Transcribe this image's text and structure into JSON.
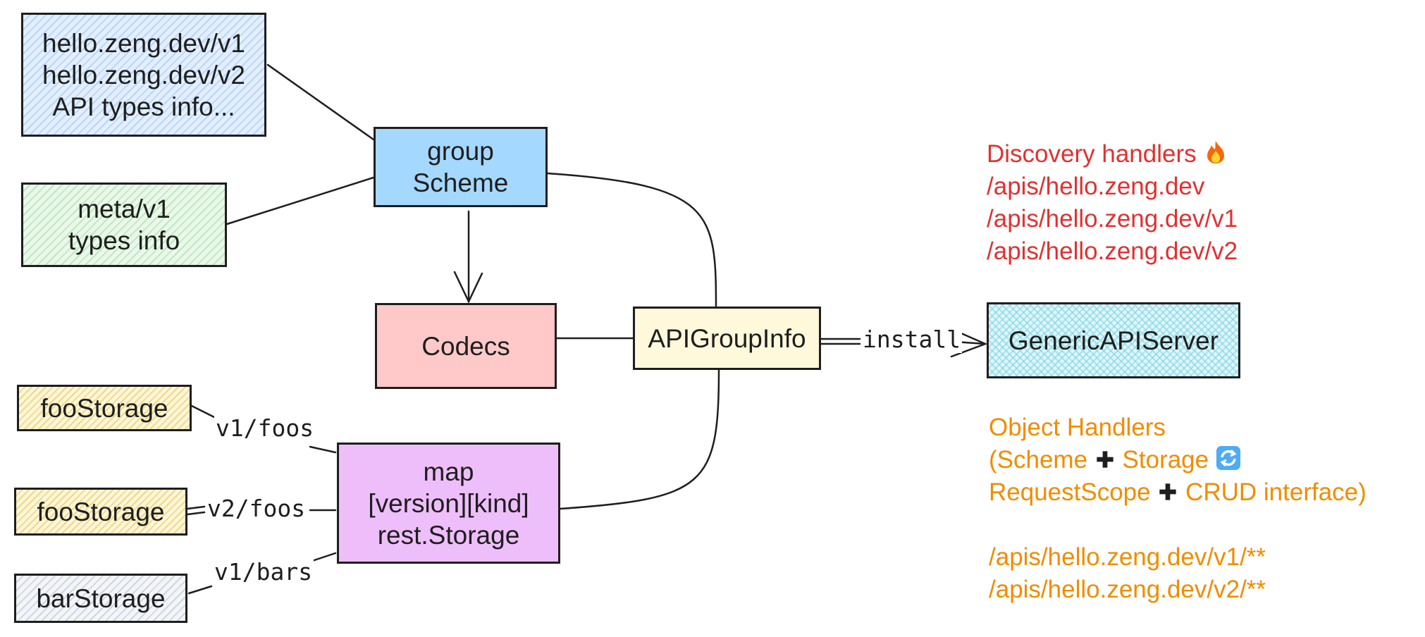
{
  "boxes": {
    "hello_types": {
      "lines": [
        "hello.zeng.dev/v1",
        "hello.zeng.dev/v2",
        "API types info..."
      ]
    },
    "meta_types": {
      "lines": [
        "meta/v1",
        "types info"
      ]
    },
    "group_scheme": {
      "lines": [
        "group",
        "Scheme"
      ]
    },
    "codecs": {
      "lines": [
        "Codecs"
      ]
    },
    "api_group_info": {
      "lines": [
        "APIGroupInfo"
      ]
    },
    "generic_api_server": {
      "lines": [
        "GenericAPIServer"
      ]
    },
    "storage_map": {
      "lines": [
        "map",
        "[version][kind]",
        "rest.Storage"
      ]
    },
    "foo_storage_v1": {
      "lines": [
        "fooStorage"
      ]
    },
    "foo_storage_v2": {
      "lines": [
        "fooStorage"
      ]
    },
    "bar_storage": {
      "lines": [
        "barStorage"
      ]
    }
  },
  "edge_labels": {
    "install": "install",
    "v1_foos": "v1/foos",
    "v2_foos": "v2/foos",
    "v1_bars": "v1/bars"
  },
  "discovery": {
    "title": "Discovery handlers",
    "icon": "fire-icon",
    "paths": [
      "/apis/hello.zeng.dev",
      "/apis/hello.zeng.dev/v1",
      "/apis/hello.zeng.dev/v2"
    ]
  },
  "object_handlers": {
    "title": "Object Handlers",
    "line1_a": "(Scheme",
    "line1_b": "Storage",
    "line2_a": "RequestScope",
    "line2_b": "CRUD interface)",
    "plus_icon": "plus-icon",
    "sync_icon": "sync-icon",
    "paths": [
      "/apis/hello.zeng.dev/v1/**",
      "/apis/hello.zeng.dev/v2/**"
    ]
  },
  "colors": {
    "stroke": "#1e1e1e",
    "discovery_text": "#e03131",
    "object_handlers_text": "#f08c00",
    "scheme_fill": "#a5d8ff",
    "codecs_fill": "#ffc9c9",
    "map_fill": "#eebefa"
  }
}
